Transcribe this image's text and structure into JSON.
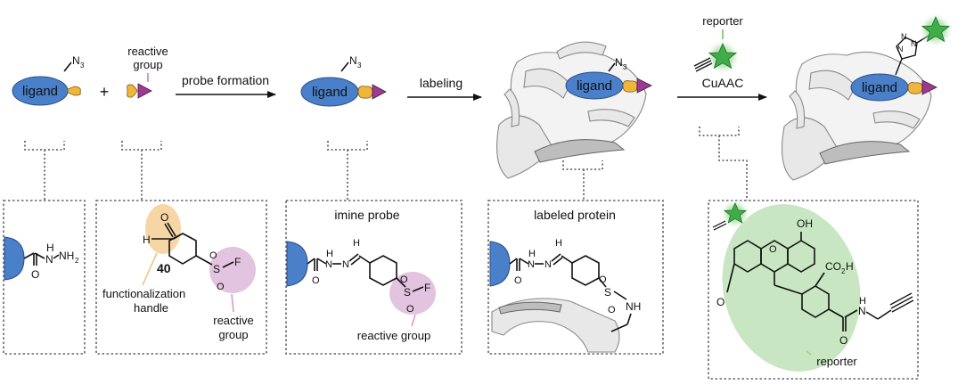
{
  "colors": {
    "ligand_fill": "#4a7fc9",
    "handle_fill": "#f0b63c",
    "reactive_fill": "#9b3a8f",
    "reporter_star": "#3fae49",
    "reporter_glow": "#c8e6c1",
    "handle_highlight": "#f7d6a6",
    "reactive_highlight": "#e2c3e0",
    "box_stroke": "#666666"
  },
  "top": {
    "ligand_label": "ligand",
    "azide_label": "N",
    "azide_subscript": "3",
    "plus": "+",
    "reactive_group_line1": "reactive",
    "reactive_group_line2": "group",
    "arrow1_label": "probe formation",
    "arrow2_label": "labeling",
    "arrow3_label": "CuAAC",
    "reporter_label": "reporter"
  },
  "panels": {
    "hydrazide": {
      "n_label": "N",
      "h_label": "H",
      "nh2_label": "NH",
      "nh2_subscript": "2",
      "o_label": "O"
    },
    "aldehyde": {
      "h_label": "H",
      "o_label": "O",
      "compound_number": "40",
      "s_label": "S",
      "f_label": "F",
      "handle_line1": "functionalization",
      "handle_line2": "handle",
      "reactive_line1": "reactive",
      "reactive_line2": "group"
    },
    "imine_probe": {
      "title": "imine probe",
      "h_label": "H",
      "n_label": "N",
      "s_label": "S",
      "f_label": "F",
      "o_label": "O",
      "caption": "reactive group"
    },
    "labeled_protein": {
      "title": "labeled protein",
      "h_label": "H",
      "n_label": "N",
      "s_label": "S",
      "nh_label": "NH",
      "o_label": "O"
    },
    "reporter": {
      "oh_label": "OH",
      "co2h_label": "CO",
      "co2h_subscript": "2",
      "co2h_tail": "H",
      "o_label": "O",
      "n_label": "N",
      "h_label": "H",
      "caption": "reporter"
    }
  }
}
